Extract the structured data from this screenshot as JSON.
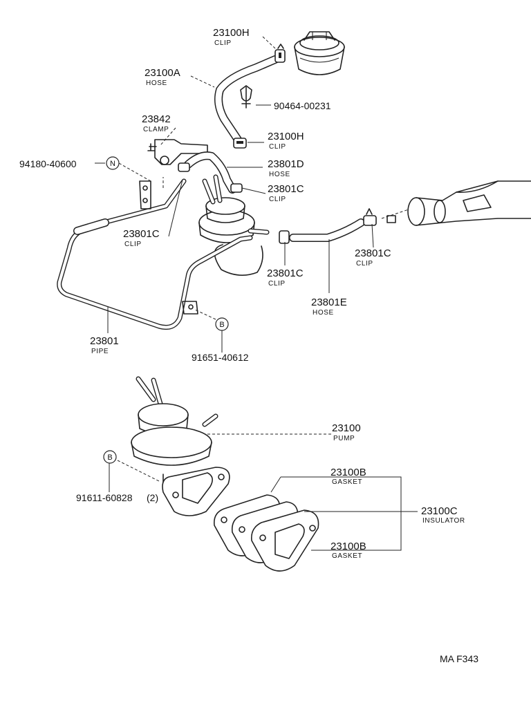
{
  "parts": {
    "clip_23100H_top": {
      "number": "23100H",
      "name": "CLIP"
    },
    "hose_23100A": {
      "number": "23100A",
      "name": "HOSE"
    },
    "bolt_90464": {
      "number": "90464-00231"
    },
    "clamp_23842": {
      "number": "23842",
      "name": "CLAMP"
    },
    "clip_23100H_mid": {
      "number": "23100H",
      "name": "CLIP"
    },
    "nut_94180": {
      "number": "94180-40600",
      "ref": "N"
    },
    "hose_23801D": {
      "number": "23801D",
      "name": "HOSE"
    },
    "clip_23801C_a": {
      "number": "23801C",
      "name": "CLIP"
    },
    "clip_23801C_b": {
      "number": "23801C",
      "name": "CLIP"
    },
    "clip_23801C_c": {
      "number": "23801C",
      "name": "CLIP"
    },
    "clip_23801C_d": {
      "number": "23801C",
      "name": "CLIP"
    },
    "hose_23801E": {
      "number": "23801E",
      "name": "HOSE"
    },
    "pipe_23801": {
      "number": "23801",
      "name": "PIPE"
    },
    "bolt_91651": {
      "number": "91651-40612",
      "ref": "B"
    },
    "pump_23100": {
      "number": "23100",
      "name": "PUMP"
    },
    "bolt_91611": {
      "number": "91611-60828",
      "qty": "(2)",
      "ref": "B"
    },
    "gasket_23100B_top": {
      "number": "23100B",
      "name": "GASKET"
    },
    "insulator_23100C": {
      "number": "23100C",
      "name": "INSULATOR"
    },
    "gasket_23100B_bottom": {
      "number": "23100B",
      "name": "GASKET"
    }
  },
  "footer": {
    "code": "MA  F343"
  }
}
